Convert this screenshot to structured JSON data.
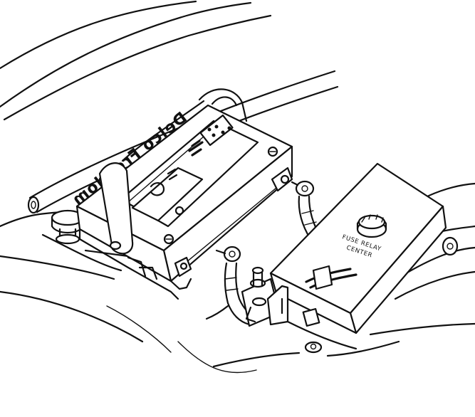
{
  "figure": {
    "battery_brand": "Delco Freedom",
    "fuse_relay_line1": "FUSE RELAY",
    "fuse_relay_line2": "CENTER"
  }
}
